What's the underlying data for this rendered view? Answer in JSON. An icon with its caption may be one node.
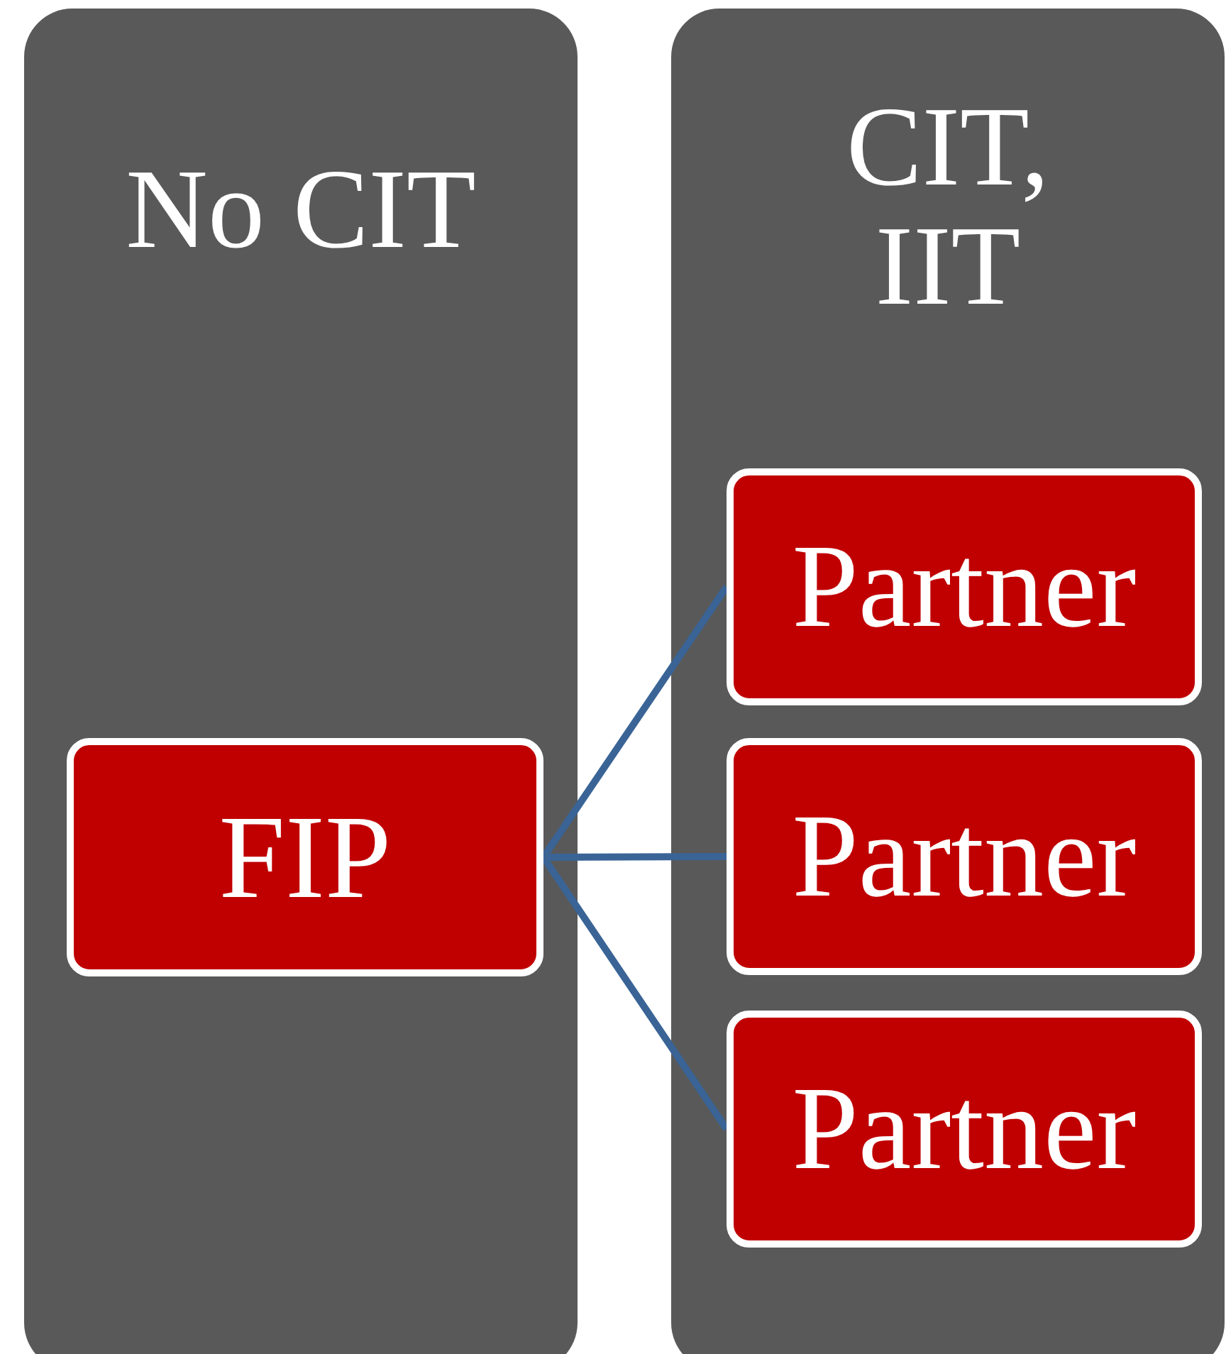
{
  "diagram": {
    "nodes": [
      {
        "text": [
          "No CIT"
        ]
      },
      {
        "text": [
          "FIP"
        ],
        "in": 0
      },
      {
        "text": [
          "CIT, IIT"
        ]
      },
      {
        "text": [
          "Partner"
        ],
        "in": 2
      },
      {
        "text": [
          "Partner"
        ],
        "in": 2
      },
      {
        "text": [
          "Partner"
        ],
        "in": 2
      }
    ],
    "edges": [
      {
        "from": 1,
        "to": 3,
        "arrow": "none"
      },
      {
        "from": 1,
        "to": 4,
        "arrow": "none"
      },
      {
        "from": 1,
        "to": 5,
        "arrow": "none"
      }
    ]
  }
}
